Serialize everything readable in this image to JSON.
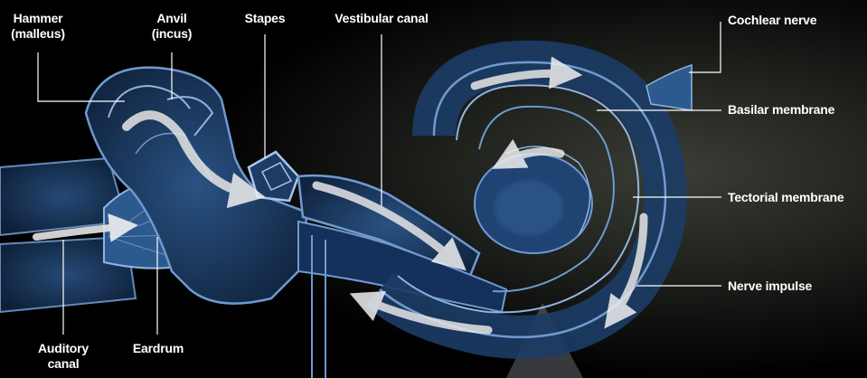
{
  "colors": {
    "background": "#000000",
    "background_glow": "#3a3d35",
    "structure_fill": "#1c3c66",
    "structure_edge": "#6f9ad0",
    "arrow": "#e6e6e6",
    "leader_line": "#ffffff",
    "label_text": "#ffffff"
  },
  "labels": {
    "hammer_line1": "Hammer",
    "hammer_line2": "(malleus)",
    "anvil_line1": "Anvil",
    "anvil_line2": "(incus)",
    "stapes": "Stapes",
    "vestibular_canal": "Vestibular canal",
    "cochlear_nerve": "Cochlear nerve",
    "basilar_membrane": "Basilar membrane",
    "tectorial_membrane": "Tectorial membrane",
    "nerve_impulse": "Nerve impulse",
    "auditory_canal_line1": "Auditory",
    "auditory_canal_line2": "canal",
    "eardrum": "Eardrum"
  }
}
